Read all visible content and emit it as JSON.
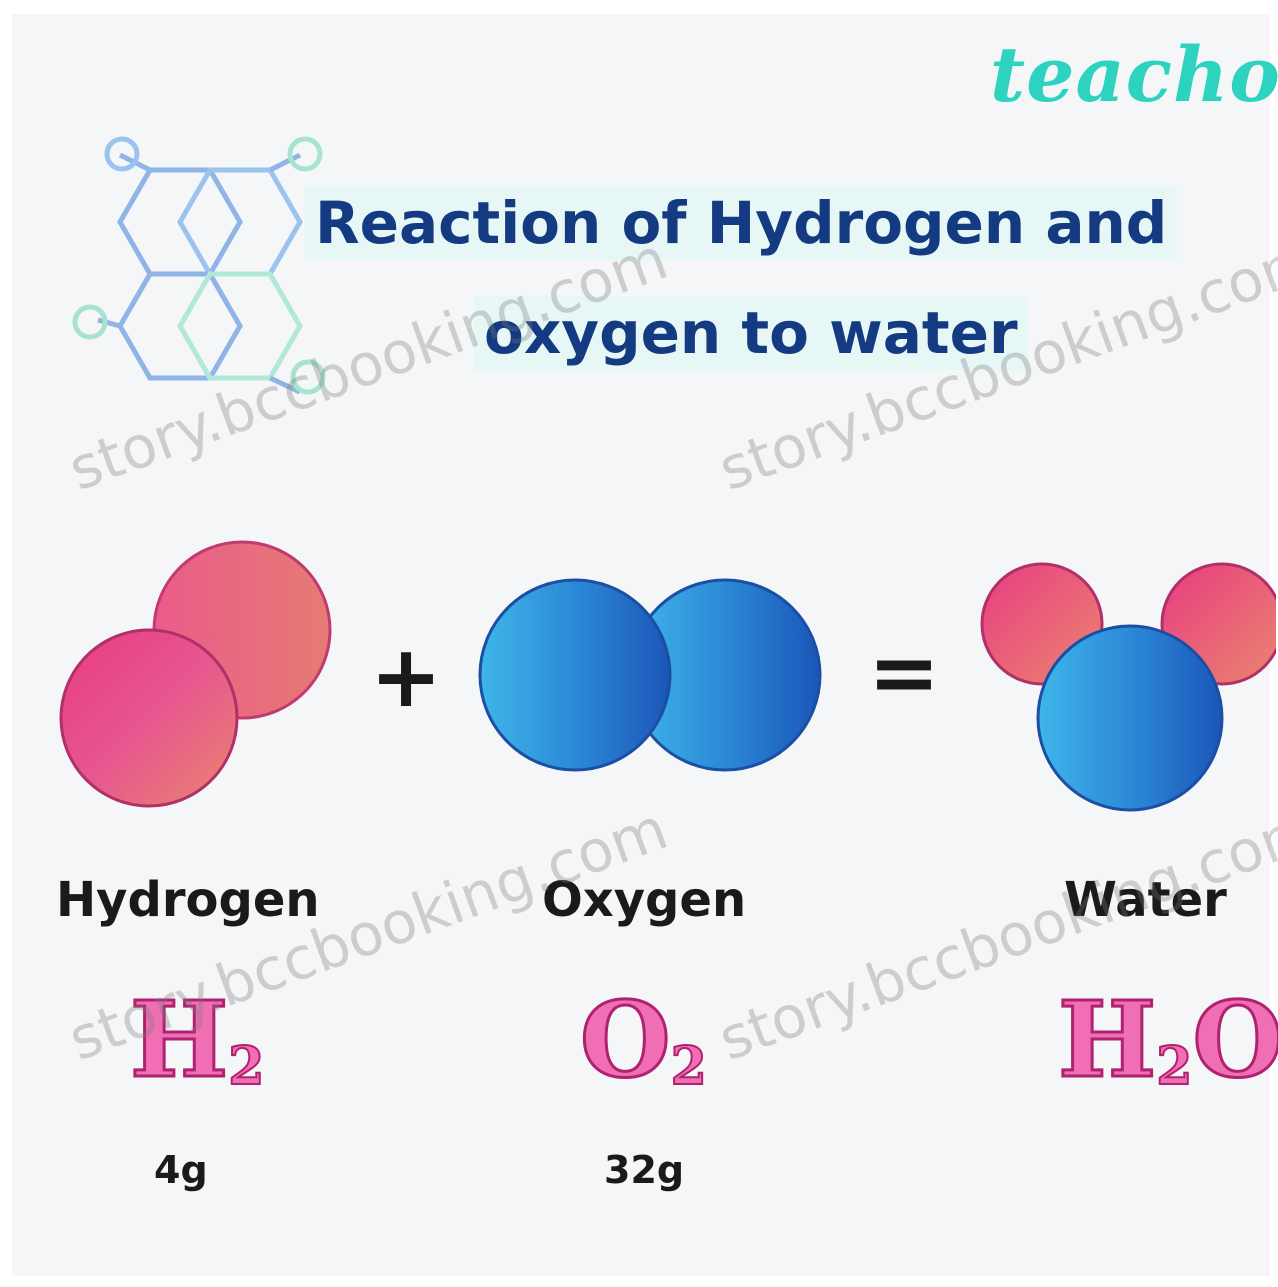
{
  "brand": "teachoo",
  "title": {
    "line1": "Reaction of Hydrogen and",
    "line2": "oxygen to water"
  },
  "operators": {
    "plus": "+",
    "equals": "="
  },
  "molecules": [
    {
      "label": "Hydrogen",
      "formula_main": "H",
      "formula_sub": "2",
      "formula_tail": "",
      "mass": "4g"
    },
    {
      "label": "Oxygen",
      "formula_main": "O",
      "formula_sub": "2",
      "formula_tail": "",
      "mass": "32g"
    },
    {
      "label": "Water",
      "formula_main": "H",
      "formula_sub": "2",
      "formula_tail": "O",
      "mass": ""
    }
  ],
  "watermark": "story.bccbooking.com",
  "colors": {
    "hydrogen": "#e24f86",
    "oxygen": "#2a8bd6",
    "title": "#143b82",
    "brand": "#2ed3c0",
    "formula": "#f06fb4"
  }
}
